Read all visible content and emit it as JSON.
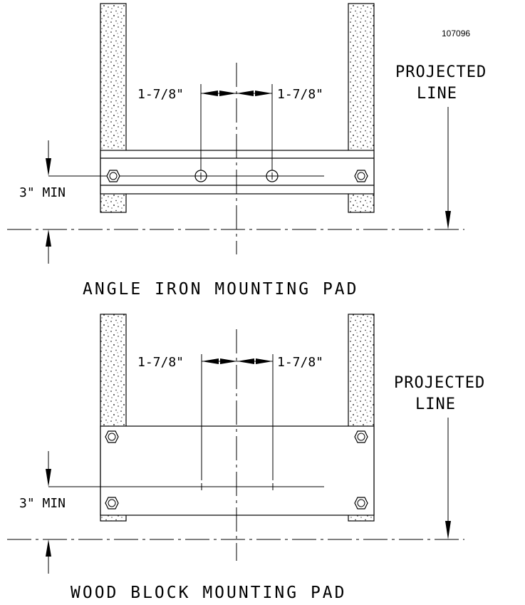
{
  "reference_number": "107096",
  "top_view": {
    "title": "ANGLE IRON MOUNTING PAD",
    "dimension_left": "1-7/8\"",
    "dimension_right": "1-7/8\"",
    "projected_line": [
      "PROJECTED",
      "LINE"
    ],
    "min_clearance": "3\" MIN"
  },
  "bottom_view": {
    "title": "WOOD BLOCK MOUNTING PAD",
    "dimension_left": "1-7/8\"",
    "dimension_right": "1-7/8\"",
    "projected_line": [
      "PROJECTED",
      "LINE"
    ],
    "min_clearance": "3\" MIN"
  }
}
